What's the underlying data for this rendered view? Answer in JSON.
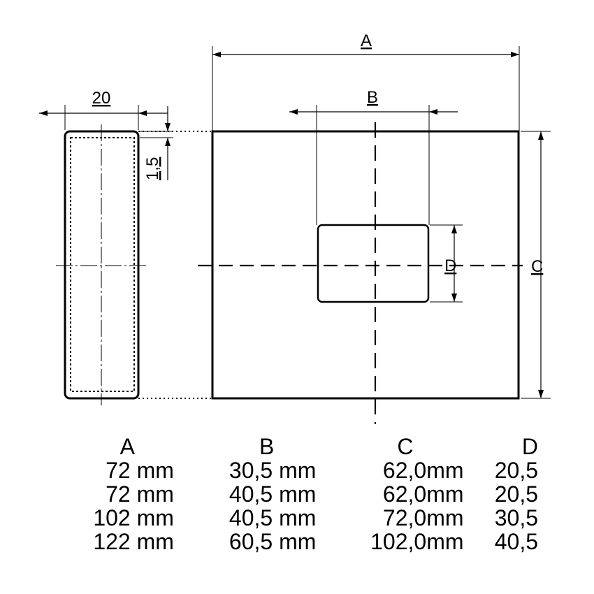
{
  "labels": {
    "width_20": "20",
    "wall_thickness": "1,5",
    "dim_A": "A",
    "dim_B": "B",
    "dim_C": "C",
    "dim_D": "D"
  },
  "table": {
    "headers": [
      "A",
      "B",
      "C",
      "D"
    ],
    "rows": [
      [
        "72 mm",
        "30,5 mm",
        "62,0mm",
        "20,5"
      ],
      [
        "72 mm",
        "40,5 mm",
        "62,0mm",
        "20,5"
      ],
      [
        "102 mm",
        "40,5 mm",
        "72,0mm",
        "30,5"
      ],
      [
        "122 mm",
        "60,5 mm",
        "102,0mm",
        "40,5"
      ]
    ]
  }
}
